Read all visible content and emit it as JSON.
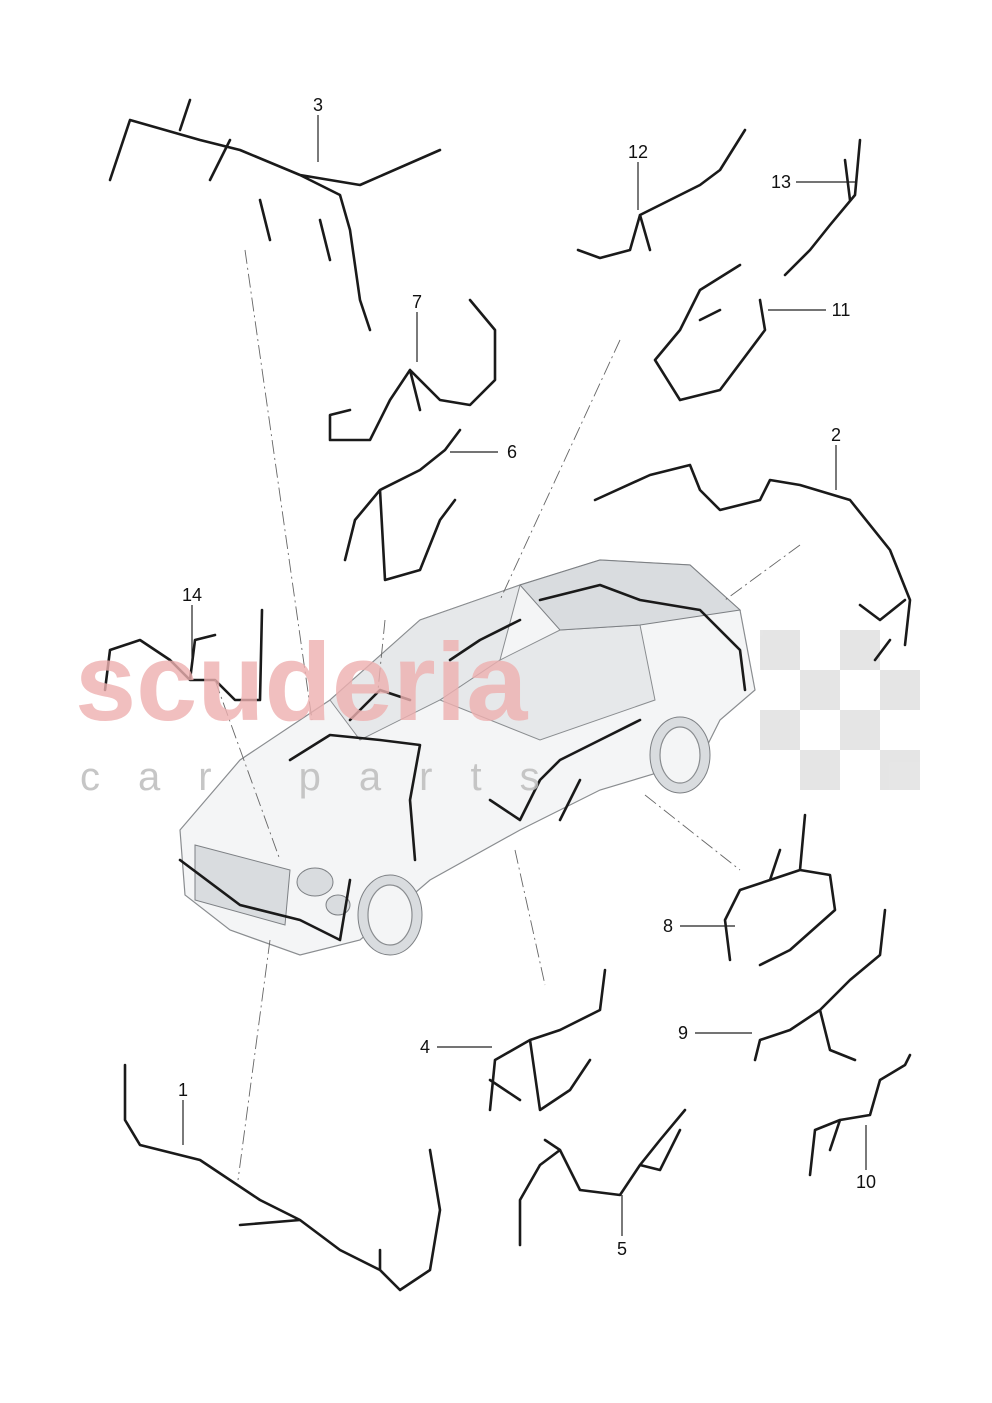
{
  "diagram": {
    "watermark": {
      "brand": "scuderia",
      "sub": "car parts"
    },
    "callouts": [
      "1",
      "2",
      "3",
      "4",
      "5",
      "6",
      "7",
      "8",
      "9",
      "10",
      "11",
      "12",
      "13",
      "14"
    ],
    "colors": {
      "harness": "#1a1a1a",
      "car_body": "#f4f5f6",
      "watermark": "#f2c6c6"
    }
  }
}
